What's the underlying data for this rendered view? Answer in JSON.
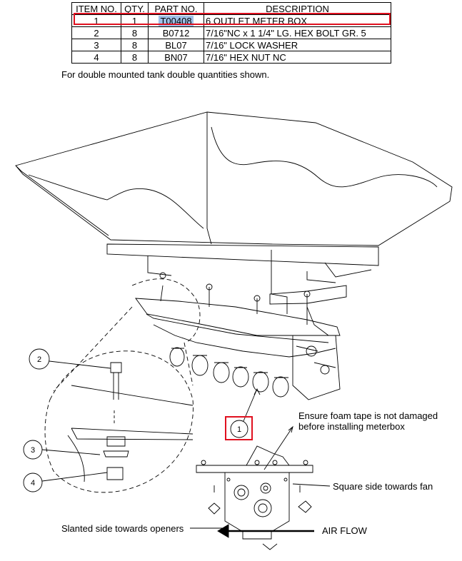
{
  "table": {
    "headers": [
      "ITEM NO.",
      "QTY.",
      "PART NO.",
      "DESCRIPTION"
    ],
    "rows": [
      [
        "1",
        "1",
        "T00408",
        "6 OUTLET METER BOX"
      ],
      [
        "2",
        "8",
        "B0712",
        "7/16\"NC x 1 1/4\" LG. HEX BOLT GR. 5"
      ],
      [
        "3",
        "8",
        "BL07",
        "7/16\" LOCK WASHER"
      ],
      [
        "4",
        "8",
        "BN07",
        "7/16\" HEX NUT NC"
      ]
    ]
  },
  "note": "For double mounted tank double quantities shown.",
  "callouts": {
    "c1": "1",
    "c2": "2",
    "c3": "3",
    "c4": "4"
  },
  "labels": {
    "foam_line1": "Ensure foam tape is not damaged",
    "foam_line2": "before installing meterbox",
    "square_side": "Square side towards fan",
    "slanted_side": "Slanted side towards openers",
    "air_flow": "AIR FLOW"
  },
  "colors": {
    "highlight_border": "#e0101f",
    "selection": "#9fc0e8"
  }
}
